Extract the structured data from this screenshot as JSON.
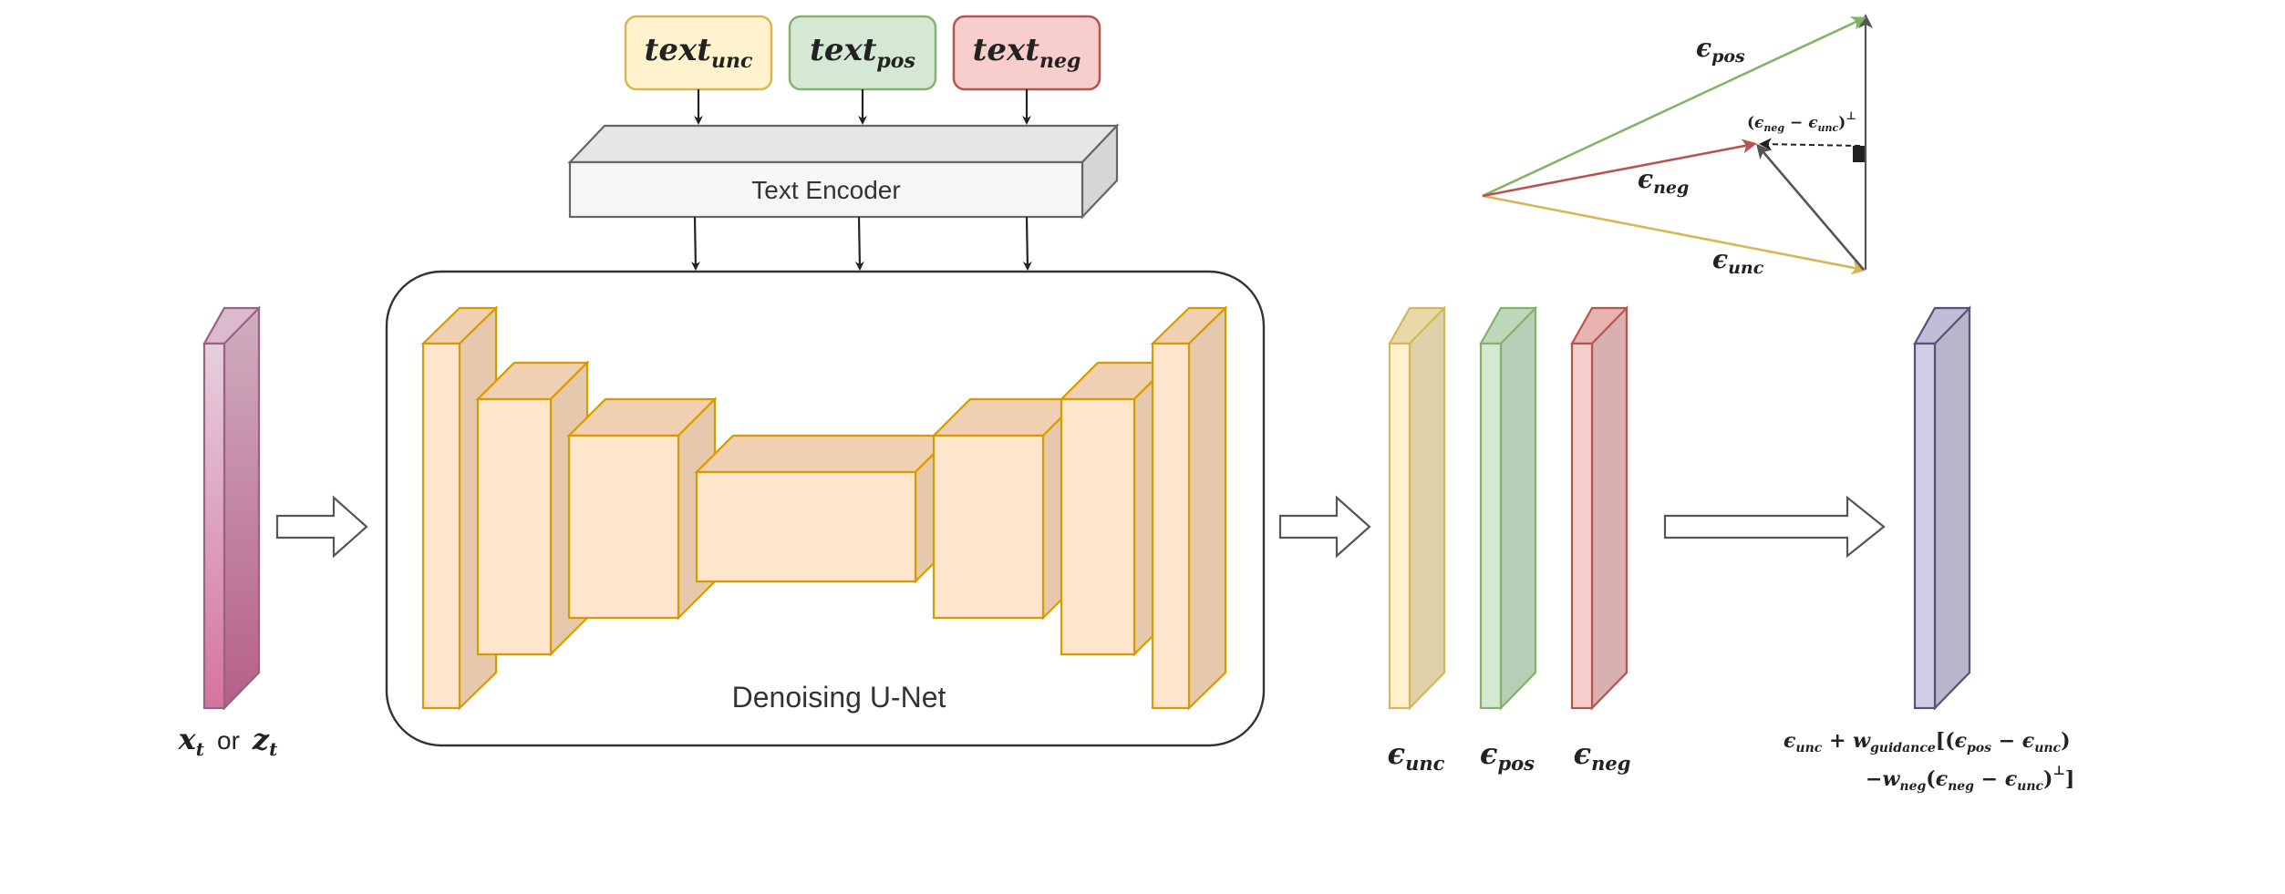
{
  "colors": {
    "unc_fill": "#fff2cc",
    "unc_stroke": "#d6b656",
    "pos_fill": "#d5e8d4",
    "pos_stroke": "#82b366",
    "neg_fill": "#f8cecc",
    "neg_stroke": "#b85450",
    "unet_fill": "#ffe6cc",
    "unet_stroke": "#d79b00",
    "input_fill": "#e6d0de",
    "input_stroke": "#996185",
    "output_fill": "#d0cee2",
    "output_stroke": "#56517e",
    "encoder_fill": "#f5f5f5",
    "encoder_stroke": "#666666"
  },
  "text_inputs": {
    "unc": {
      "base": "text",
      "sub": "unc"
    },
    "pos": {
      "base": "text",
      "sub": "pos"
    },
    "neg": {
      "base": "text",
      "sub": "neg"
    }
  },
  "encoder": {
    "label": "Text Encoder"
  },
  "unet": {
    "label": "Denoising U-Net"
  },
  "input": {
    "x": "x",
    "x_sub": "t",
    "or": "or",
    "z": "z",
    "z_sub": "t"
  },
  "outputs": {
    "unc": {
      "base": "ϵ",
      "sub": "unc"
    },
    "pos": {
      "base": "ϵ",
      "sub": "pos"
    },
    "neg": {
      "base": "ϵ",
      "sub": "neg"
    }
  },
  "vectors": {
    "pos": {
      "base": "ϵ",
      "sub": "pos"
    },
    "neg": {
      "base": "ϵ",
      "sub": "neg"
    },
    "unc": {
      "base": "ϵ",
      "sub": "unc"
    },
    "perp": {
      "open": "(",
      "e1": "ϵ",
      "s1": "neg",
      "minus": " − ",
      "e2": "ϵ",
      "s2": "unc",
      "close": ")",
      "sup": "⊥"
    }
  },
  "formula": {
    "line1": {
      "e1": "ϵ",
      "s1": "unc",
      "plus": " + ",
      "w": "w",
      "ws": "guidance",
      "open": "[(",
      "e2": "ϵ",
      "s2": "pos",
      "minus": " − ",
      "e3": "ϵ",
      "s3": "unc",
      "close": ")"
    },
    "line2": {
      "minus": "−",
      "w": "w",
      "ws": "neg",
      "open": "(",
      "e1": "ϵ",
      "s1": "neg",
      "minus2": " − ",
      "e2": "ϵ",
      "s2": "unc",
      "close": ")",
      "sup": "⊥",
      "end": "]"
    }
  }
}
